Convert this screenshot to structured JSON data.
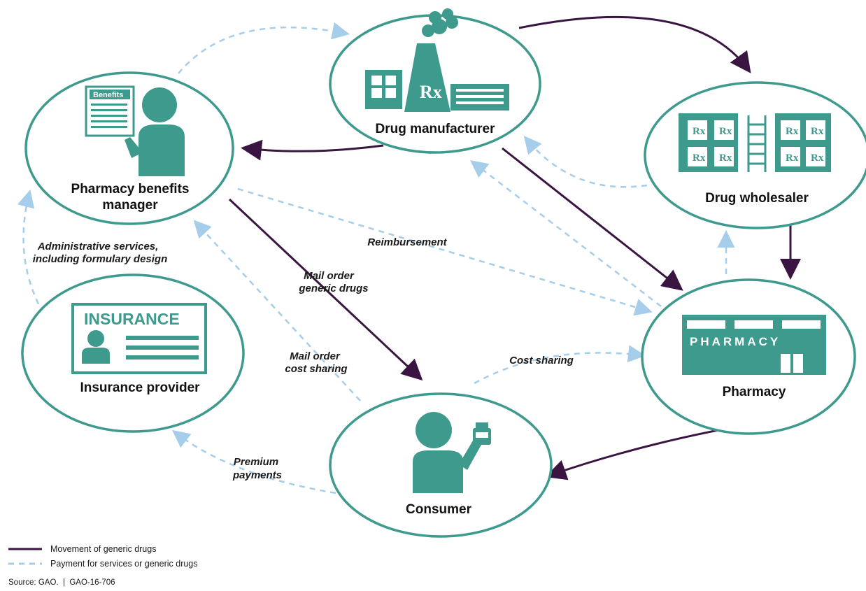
{
  "nodes": {
    "manufacturer": "Drug manufacturer",
    "wholesaler": "Drug wholesaler",
    "pbm_line1": "Pharmacy benefits",
    "pbm_line2": "manager",
    "insurance": "Insurance provider",
    "pharmacy": "Pharmacy",
    "consumer": "Consumer"
  },
  "icon_text": {
    "benefits": "Benefits",
    "insurance_card": "INSURANCE",
    "pharmacy_sign": "PHARMACY",
    "rx": "Rx"
  },
  "flows": {
    "admin_line1": "Administrative services,",
    "admin_line2": "including formulary design",
    "reimbursement": "Reimbursement",
    "mail_generic_line1": "Mail order",
    "mail_generic_line2": "generic drugs",
    "mail_cost_line1": "Mail order",
    "mail_cost_line2": "cost sharing",
    "cost_sharing": "Cost sharing",
    "premium_line1": "Premium",
    "premium_line2": "payments"
  },
  "legend": {
    "solid": "Movement of generic drugs",
    "dashed": "Payment for services or generic drugs"
  },
  "source": "Source: GAO.  |  GAO-16-706",
  "colors": {
    "teal": "#3e9a8d",
    "drug_flow": "#3a1542",
    "payment_flow": "#a6cde9"
  }
}
